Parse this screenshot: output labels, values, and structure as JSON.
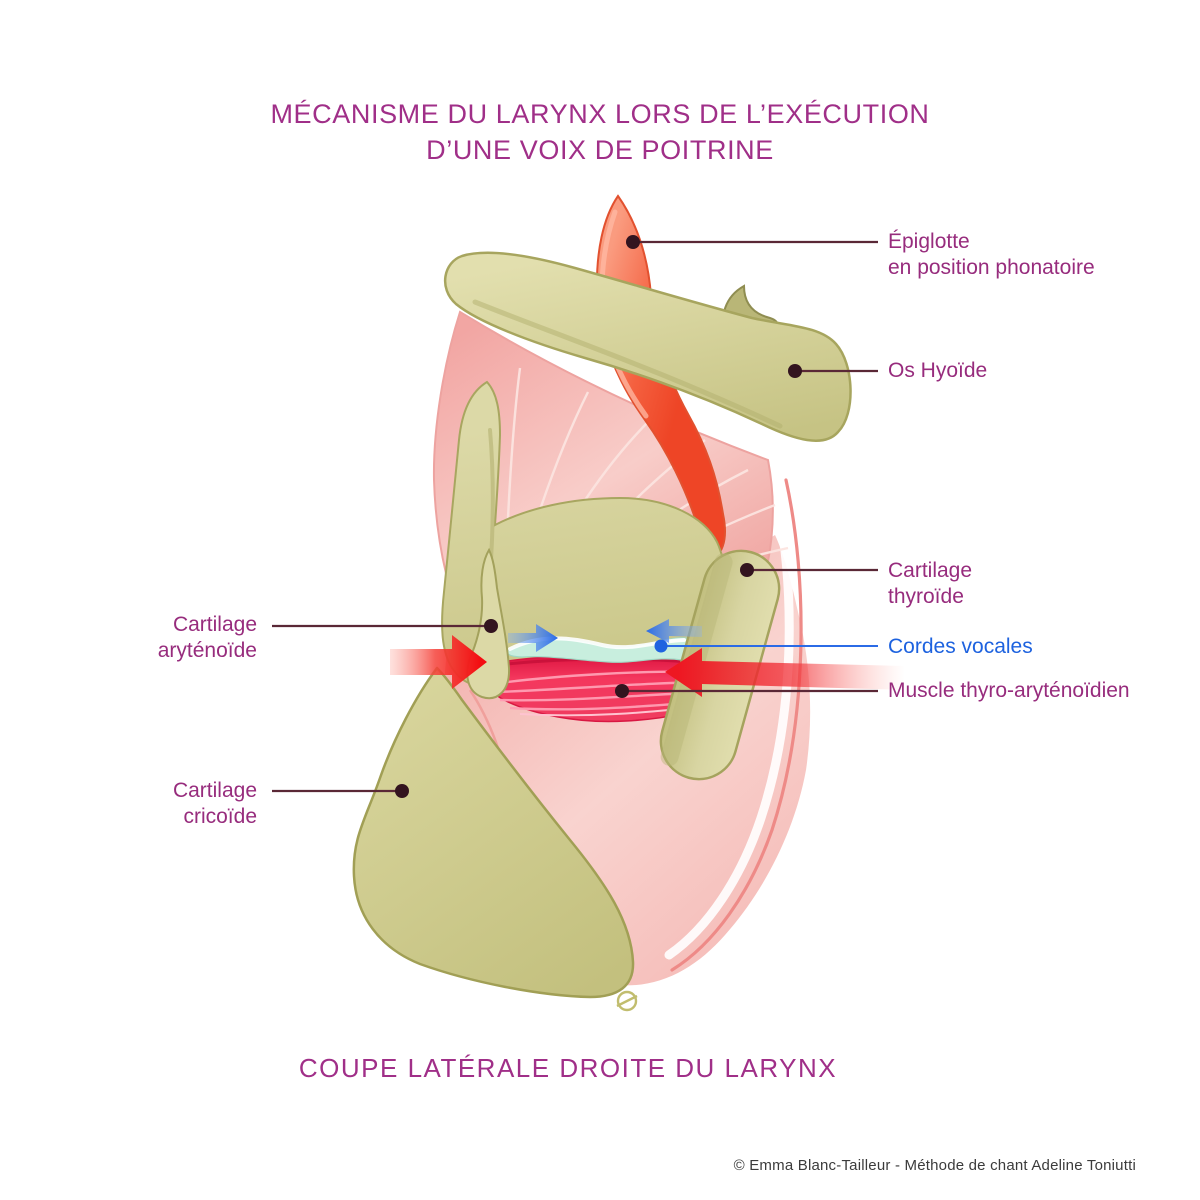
{
  "title": {
    "line1": "MÉCANISME DU LARYNX LORS DE L’EXÉCUTION",
    "line2": "D’UNE VOIX DE POITRINE"
  },
  "caption": {
    "text": "COUPE LATÉRALE DROITE DU LARYNX"
  },
  "credit": {
    "text": "© Emma Blanc-Tailleur - Méthode de chant Adeline Toniutti"
  },
  "labels": {
    "epiglotte": {
      "line1": "Épiglotte",
      "line2": "en position phonatoire"
    },
    "os_hyoide": {
      "line1": "Os Hyoïde"
    },
    "cartilage_thyroide": {
      "line1": "Cartilage",
      "line2": "thyroïde"
    },
    "cordes_vocales": {
      "line1": "Cordes vocales"
    },
    "muscle_thyro_arytenoidien": {
      "line1": "Muscle thyro-aryténoïdien"
    },
    "cartilage_arytenoide": {
      "line1": "Cartilage",
      "line2": "aryténoïde"
    },
    "cartilage_cricoide": {
      "line1": "Cartilage",
      "line2": "cricoïde"
    }
  },
  "colors": {
    "title_purple": "#a02f88",
    "label_purple": "#972c7d",
    "label_blue": "#1d62df",
    "leader_line": "#5a2836",
    "leader_dot": "#33141f",
    "leader_blue": "#2b6be6",
    "cartilage_olive_light": "#dedbab",
    "cartilage_olive_dark": "#c2bf7e",
    "cartilage_stroke": "#a6a45c",
    "membrane_pink": "#f6c2be",
    "membrane_pink_deep": "#f0a4a0",
    "muscle_red": "#ee2050",
    "vocal_cord_mint": "#c8eede",
    "epiglottis_orange": "#f2573a",
    "arrow_red": "#f30d11",
    "arrow_blue": "#2f6fe8",
    "credit_gray": "#3b3b3b",
    "background": "#ffffff"
  }
}
